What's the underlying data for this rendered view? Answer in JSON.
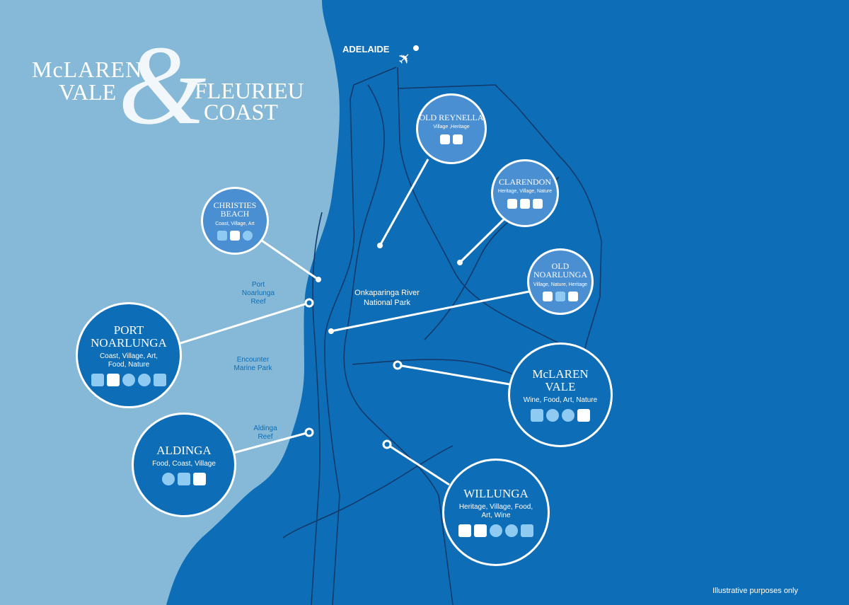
{
  "logo": {
    "line1": "McLAREN",
    "line2": "VALE",
    "ampersand": "&",
    "line3": "FLEURIEU",
    "line4": "COAST"
  },
  "city": {
    "name": "ADELAIDE",
    "icon": "airplane-icon"
  },
  "water_labels": {
    "port_noarlunga_reef": "Port Noarlunga Reef",
    "encounter_marine_park": "Encounter Marine Park",
    "aldinga_reef": "Aldinga Reef"
  },
  "park_label": "Onkaparinga River National Park",
  "towns": {
    "old_reynella": {
      "name": "OLD REYNELLA",
      "categories": "Village ,Heritage"
    },
    "clarendon": {
      "name": "CLARENDON",
      "categories": "Heritage, Village, Nature"
    },
    "christies_beach": {
      "name": "CHRISTIES BEACH",
      "categories": "Coast, Village, Art"
    },
    "old_noarlunga": {
      "name": "OLD NOARLUNGA",
      "categories": "Village, Nature, Heritage"
    },
    "port_noarlunga": {
      "name": "PORT NOARLUNGA",
      "categories": "Coast, Village, Art, Food, Nature"
    },
    "mclaren_vale": {
      "name": "McLAREN VALE",
      "categories": "Wine, Food, Art, Nature"
    },
    "aldinga": {
      "name": "ALDINGA",
      "categories": "Food, Coast, Village"
    },
    "willunga": {
      "name": "WILLUNGA",
      "categories": "Heritage, Village, Food, Art, Wine"
    }
  },
  "footnote": "Illustrative purposes only",
  "colors": {
    "sea": "#85b9d7",
    "land": "#0d6db6",
    "small_circle": "#4b8fd3",
    "road": "#123a6b"
  }
}
